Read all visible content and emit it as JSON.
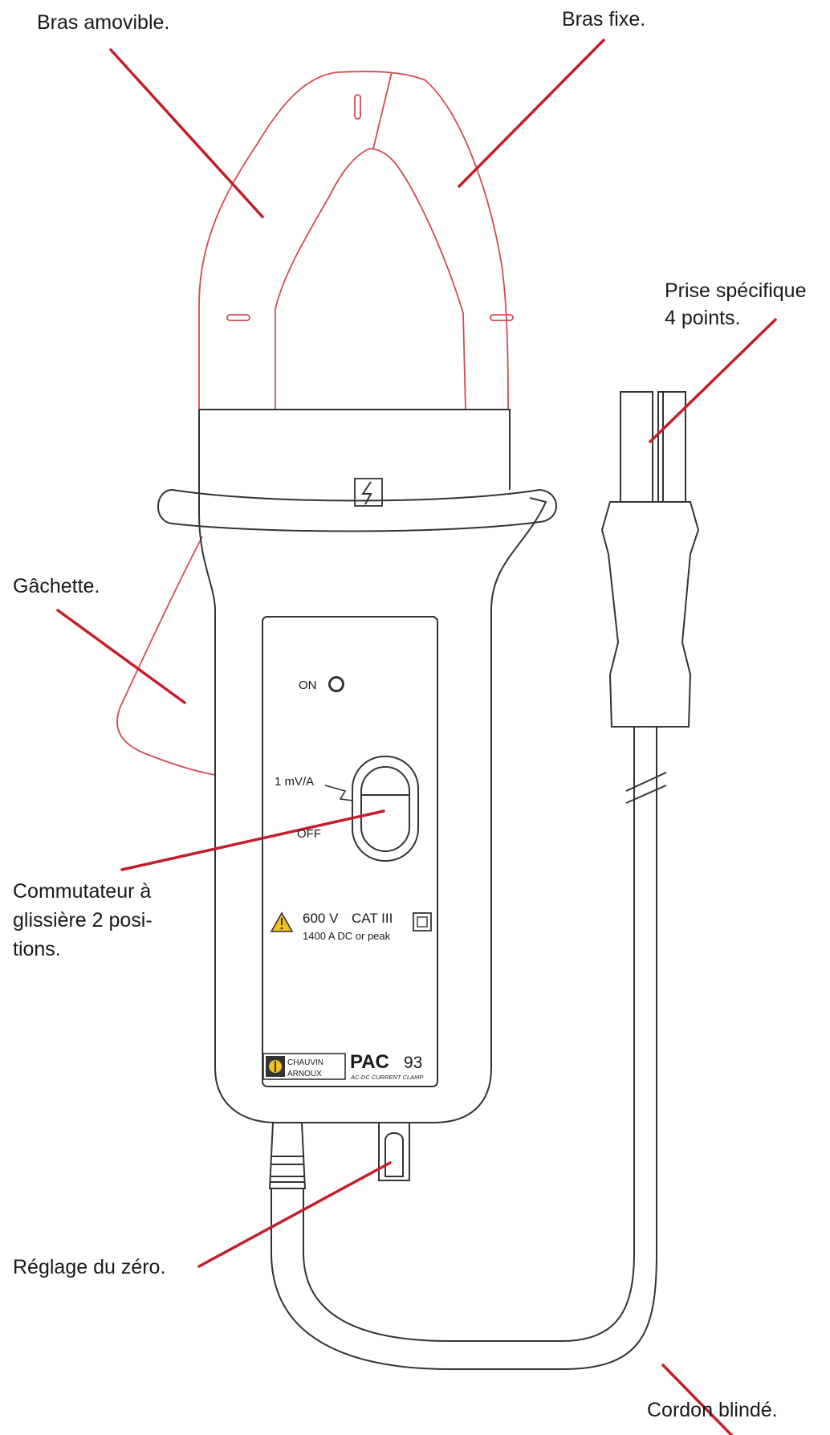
{
  "labels": {
    "bras_amovible": "Bras amovible.",
    "bras_fixe": "Bras fixe.",
    "prise_line1": "Prise spécifique",
    "prise_line2": "4 points.",
    "gachette": "Gâchette.",
    "commutateur_line1": "Commutateur à",
    "commutateur_line2": "glissière 2 posi-",
    "commutateur_line3": "tions.",
    "reglage_zero": "Réglage du zéro.",
    "cordon_blinde": "Cordon blindé."
  },
  "device": {
    "on_label": "ON",
    "range_label": "1 mV/A",
    "off_label": "OFF",
    "voltage_rating": "600 V",
    "category": "CAT III",
    "current_rating": "1400 A DC or peak",
    "brand_line1": "CHAUVIN",
    "brand_line2": "ARNOUX",
    "model_name": "PAC",
    "model_number": "93",
    "model_subtitle": "AC-DC CURRENT CLAMP"
  },
  "colors": {
    "outline": "#333333",
    "jaw_outline": "#d24a55",
    "leader_line": "#c41e2a",
    "warning_fill": "#f2c01e",
    "background": "#ffffff"
  }
}
